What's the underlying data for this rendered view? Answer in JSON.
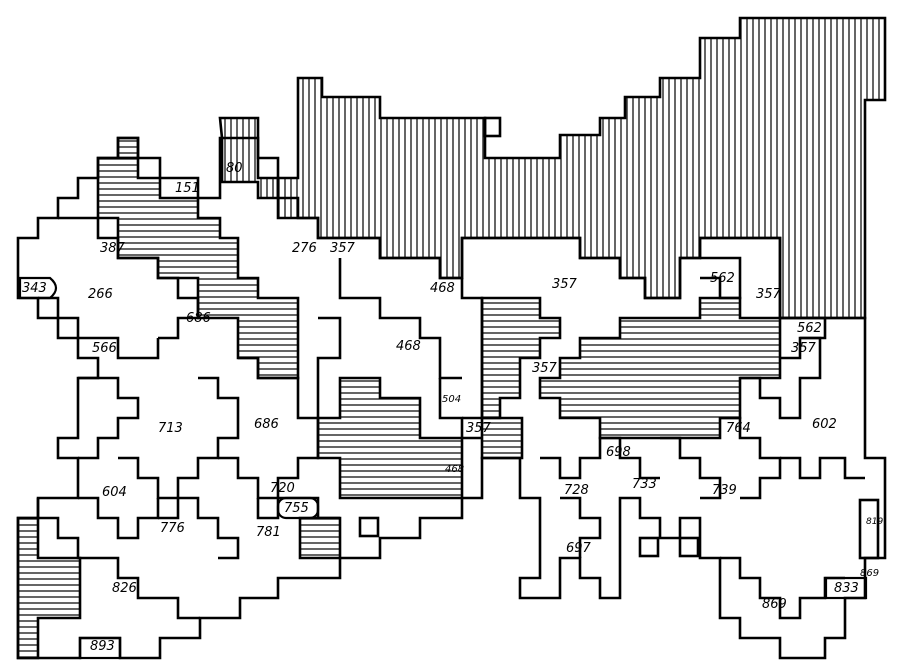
{
  "diagram": {
    "colors": {
      "ink": "#000000",
      "paper": "#ffffff"
    },
    "hatch_styles": [
      "vertical-hatch",
      "horizontal-hatch"
    ],
    "labels": [
      {
        "id": "l80",
        "text": "80"
      },
      {
        "id": "l151",
        "text": "151"
      },
      {
        "id": "l276",
        "text": "276"
      },
      {
        "id": "l357a",
        "text": "357"
      },
      {
        "id": "l387",
        "text": "387"
      },
      {
        "id": "l343",
        "text": "343"
      },
      {
        "id": "l266",
        "text": "266"
      },
      {
        "id": "l686a",
        "text": "686"
      },
      {
        "id": "l566",
        "text": "566"
      },
      {
        "id": "l468a",
        "text": "468"
      },
      {
        "id": "l468b",
        "text": "468"
      },
      {
        "id": "l357b",
        "text": "357"
      },
      {
        "id": "l562a",
        "text": "562"
      },
      {
        "id": "l357c",
        "text": "357"
      },
      {
        "id": "l562b",
        "text": "562"
      },
      {
        "id": "l357d",
        "text": "357"
      },
      {
        "id": "l357e",
        "text": "357"
      },
      {
        "id": "l713",
        "text": "713"
      },
      {
        "id": "l686b",
        "text": "686"
      },
      {
        "id": "l504",
        "text": "504"
      },
      {
        "id": "l357f",
        "text": "357"
      },
      {
        "id": "l468c",
        "text": "468"
      },
      {
        "id": "l764",
        "text": "764"
      },
      {
        "id": "l602",
        "text": "602"
      },
      {
        "id": "l698",
        "text": "698"
      },
      {
        "id": "l604",
        "text": "604"
      },
      {
        "id": "l720",
        "text": "720"
      },
      {
        "id": "l755",
        "text": "755"
      },
      {
        "id": "l728",
        "text": "728"
      },
      {
        "id": "l733",
        "text": "733"
      },
      {
        "id": "l739",
        "text": "739"
      },
      {
        "id": "l776",
        "text": "776"
      },
      {
        "id": "l781",
        "text": "781"
      },
      {
        "id": "l697",
        "text": "697"
      },
      {
        "id": "l819",
        "text": "819"
      },
      {
        "id": "l826",
        "text": "826"
      },
      {
        "id": "l869a",
        "text": "869"
      },
      {
        "id": "l869b",
        "text": "869"
      },
      {
        "id": "l833",
        "text": "833"
      },
      {
        "id": "l893",
        "text": "893"
      }
    ]
  }
}
